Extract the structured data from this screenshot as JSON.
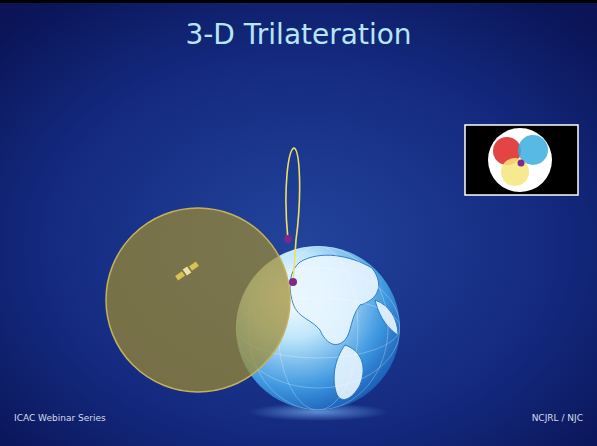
{
  "diagram": {
    "title": "3-D Trilateration",
    "labels": [
      "ICAC Webinar Series",
      "NCJRL / NJC"
    ]
  }
}
